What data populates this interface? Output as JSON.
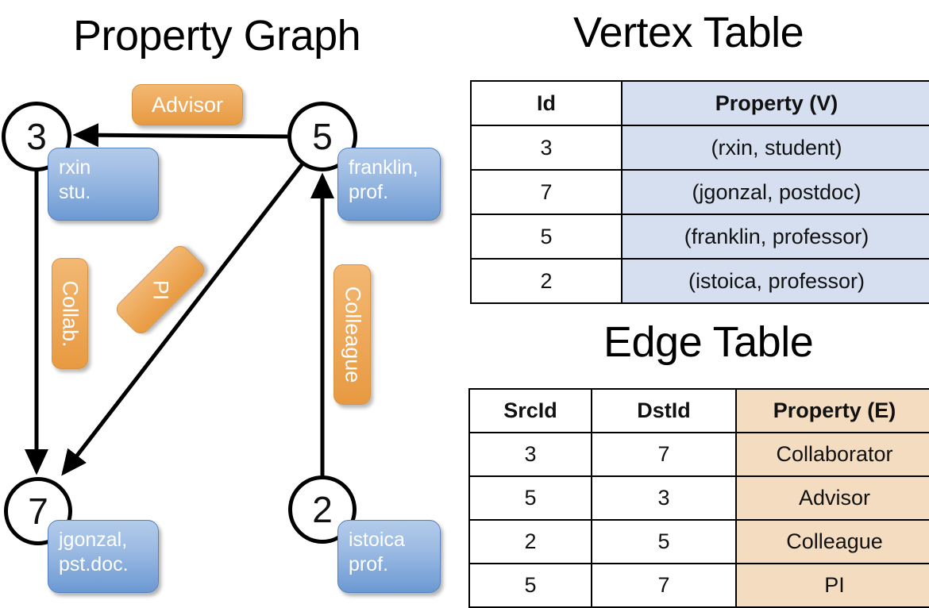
{
  "titles": {
    "property_graph": "Property Graph",
    "vertex_table": "Vertex Table",
    "edge_table": "Edge Table"
  },
  "graph": {
    "vertices": [
      {
        "id": "3",
        "property_label": "rxin\nstu."
      },
      {
        "id": "5",
        "property_label": "franklin,\nprof."
      },
      {
        "id": "7",
        "property_label": "jgonzal,\npst.doc."
      },
      {
        "id": "2",
        "property_label": "istoica\nprof."
      }
    ],
    "vertex_labels": {
      "v3": "3",
      "v5": "5",
      "v7": "7",
      "v2": "2"
    },
    "property_boxes": {
      "rxin_line1": "rxin",
      "rxin_line2": "stu.",
      "franklin_line1": "franklin,",
      "franklin_line2": "prof.",
      "jgonzal_line1": "jgonzal,",
      "jgonzal_line2": "pst.doc.",
      "istoica_line1": "istoica",
      "istoica_line2": "prof."
    },
    "edge_labels": {
      "advisor": "Advisor",
      "collab": "Collab.",
      "pi": "PI",
      "colleague": "Colleague"
    },
    "edges": [
      {
        "src": "5",
        "dst": "3",
        "label": "Advisor"
      },
      {
        "src": "3",
        "dst": "7",
        "label": "Collab."
      },
      {
        "src": "5",
        "dst": "7",
        "label": "PI"
      },
      {
        "src": "2",
        "dst": "5",
        "label": "Colleague"
      }
    ]
  },
  "vertex_table": {
    "headers": [
      "Id",
      "Property (V)"
    ],
    "rows": [
      [
        "3",
        "(rxin, student)"
      ],
      [
        "7",
        "(jgonzal, postdoc)"
      ],
      [
        "5",
        "(franklin, professor)"
      ],
      [
        "2",
        "(istoica, professor)"
      ]
    ]
  },
  "edge_table": {
    "headers": [
      "SrcId",
      "DstId",
      "Property (E)"
    ],
    "rows": [
      [
        "3",
        "7",
        "Collaborator"
      ],
      [
        "5",
        "3",
        "Advisor"
      ],
      [
        "2",
        "5",
        "Colleague"
      ],
      [
        "5",
        "7",
        "PI"
      ]
    ]
  },
  "colors": {
    "vertex_property_cell": "#d5dff0",
    "edge_property_cell": "#f4dcc0",
    "node_box_blue": "#6c99d3",
    "edge_label_orange": "#e79a41",
    "stroke": "#000000",
    "background": "#ffffff"
  }
}
